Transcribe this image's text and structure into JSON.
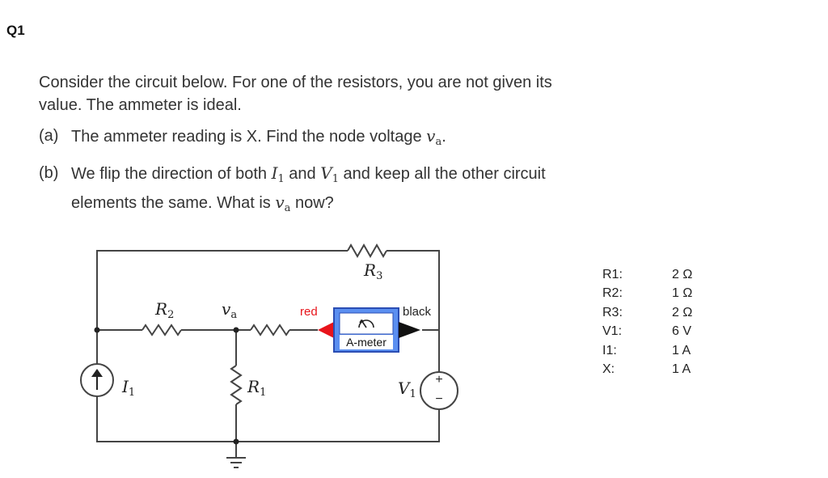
{
  "question": {
    "label": "Q1",
    "intro": "Consider the circuit below. For one of the resistors, you are not given its value. The ammeter is ideal.",
    "part_a": {
      "tag": "(a)",
      "text": "The ammeter reading is X. Find the node voltage ",
      "var": "v",
      "var_sub": "a",
      "end": "."
    },
    "part_b": {
      "tag": "(b)",
      "text1": "We flip the direction of both ",
      "i1": "I",
      "i1_sub": "1",
      "and": " and ",
      "v1": "V",
      "v1_sub": "1",
      "text2": " and keep all the other circuit elements the same. What is ",
      "var": "v",
      "var_sub": "a",
      "end": " now?"
    }
  },
  "circuit": {
    "r3_label": "R",
    "r3_sub": "3",
    "r2_label": "R",
    "r2_sub": "2",
    "va_label": "v",
    "va_sub": "a",
    "red_label": "red",
    "black_label": "black",
    "ammeter_label": "A-meter",
    "i1_label": "I",
    "i1_sub": "1",
    "r1_label": "R",
    "r1_sub": "1",
    "v1_label": "V",
    "v1_sub": "1",
    "plus": "+",
    "minus": "−",
    "colors": {
      "probe_red": "#e8141b",
      "probe_black": "#111111",
      "ammeter_fill": "#5b8ff0",
      "ammeter_border": "#2a4db3"
    }
  },
  "values_table": [
    {
      "name": "R1:",
      "value": "2 Ω"
    },
    {
      "name": "R2:",
      "value": "1 Ω"
    },
    {
      "name": "R3:",
      "value": "2 Ω"
    },
    {
      "name": "V1:",
      "value": "6 V"
    },
    {
      "name": "I1:",
      "value": "1 A"
    },
    {
      "name": "X:",
      "value": "1 A"
    }
  ]
}
